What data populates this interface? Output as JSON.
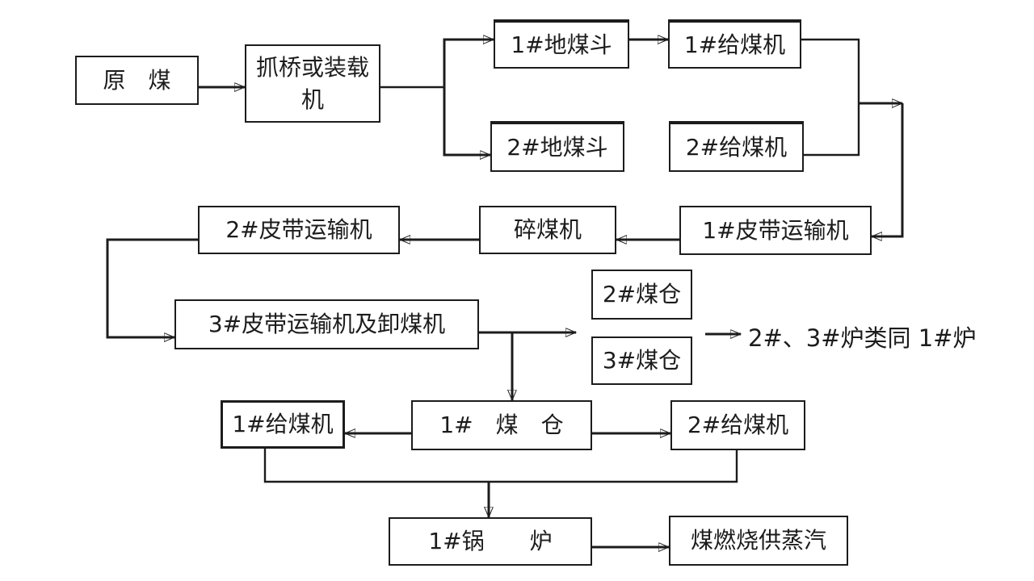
{
  "page": {
    "background": "#ffffff"
  },
  "diagram": {
    "type": "flowchart",
    "line_color": "#1c1c1c",
    "text_color": "#1c1c1c",
    "nodes": {
      "raw_coal": {
        "label": "原　煤"
      },
      "grab_loader": {
        "label": "抓桥或装载机"
      },
      "hopper_1": {
        "label": "1#地煤斗"
      },
      "feeder_1_top": {
        "label": "1#给煤机"
      },
      "hopper_2": {
        "label": "2#地煤斗"
      },
      "feeder_2_top": {
        "label": "2#给煤机"
      },
      "belt_2": {
        "label": "2#皮带运输机"
      },
      "crusher": {
        "label": "碎煤机"
      },
      "belt_1": {
        "label": "1#皮带运输机"
      },
      "belt_3": {
        "label": "3#皮带运输机及卸煤机"
      },
      "bunker_2": {
        "label": "2#煤仓"
      },
      "bunker_3": {
        "label": "3#煤仓"
      },
      "feeder_1_bottom": {
        "label": "1#给煤机"
      },
      "bunker_1": {
        "label": "1#　煤　仓"
      },
      "feeder_2_bottom": {
        "label": "2#给煤机"
      },
      "boiler_1": {
        "label": "1#锅　　炉"
      },
      "steam": {
        "label": "煤燃烧供蒸汽"
      }
    },
    "annotation": {
      "label": "2#、3#炉类同 1#炉"
    },
    "edges": [
      {
        "from": "raw_coal",
        "to": "grab_loader"
      },
      {
        "from": "grab_loader",
        "to": "hopper_1"
      },
      {
        "from": "grab_loader",
        "to": "hopper_2"
      },
      {
        "from": "hopper_1",
        "to": "feeder_1_top"
      },
      {
        "from": "hopper_2",
        "to": "feeder_2_top"
      },
      {
        "from": "feeder_1_top",
        "to": "belt_1"
      },
      {
        "from": "feeder_2_top",
        "to": "belt_1"
      },
      {
        "from": "belt_1",
        "to": "crusher"
      },
      {
        "from": "crusher",
        "to": "belt_2"
      },
      {
        "from": "belt_2",
        "to": "belt_3"
      },
      {
        "from": "belt_3",
        "to": "bunker_2"
      },
      {
        "from": "belt_3",
        "to": "bunker_3"
      },
      {
        "from": "belt_3",
        "to": "bunker_1"
      },
      {
        "from": "bunker_2",
        "to": "annotation"
      },
      {
        "from": "bunker_3",
        "to": "annotation"
      },
      {
        "from": "bunker_1",
        "to": "feeder_1_bottom"
      },
      {
        "from": "bunker_1",
        "to": "feeder_2_bottom"
      },
      {
        "from": "feeder_1_bottom",
        "to": "boiler_1"
      },
      {
        "from": "feeder_2_bottom",
        "to": "boiler_1"
      },
      {
        "from": "boiler_1",
        "to": "steam"
      }
    ]
  }
}
